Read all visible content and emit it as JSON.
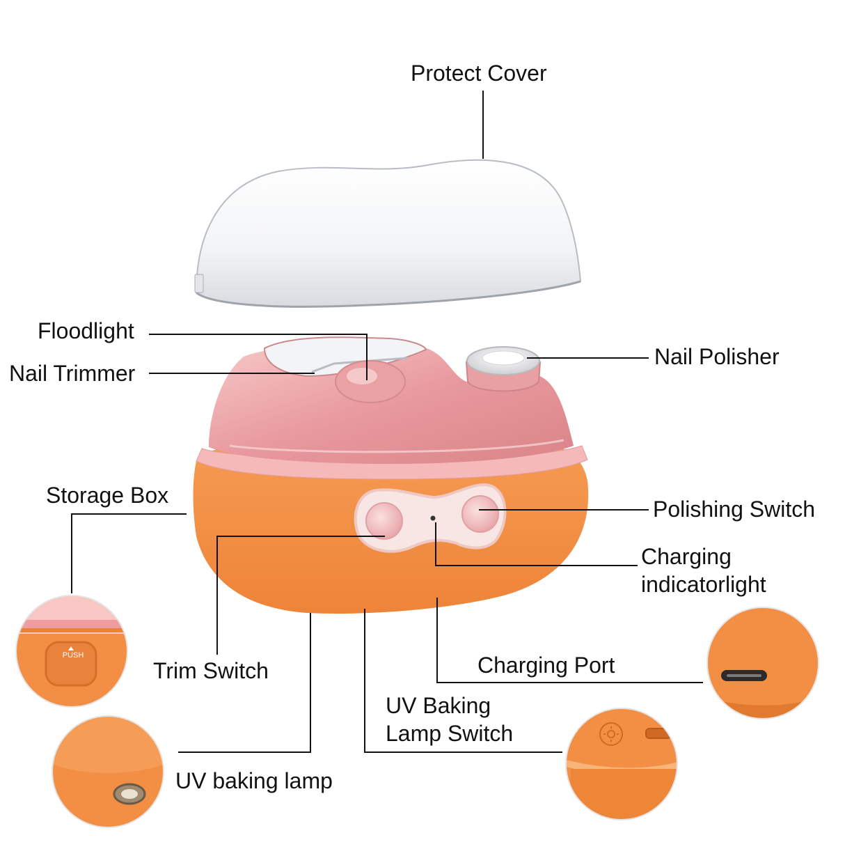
{
  "labels": {
    "protect_cover": "Protect Cover",
    "floodlight": "Floodlight",
    "nail_trimmer": "Nail Trimmer",
    "nail_polisher": "Nail Polisher",
    "storage_box": "Storage Box",
    "polishing_switch": "Polishing Switch",
    "charging_indicator_line1": "Charging",
    "charging_indicator_line2": "indicatorlight",
    "trim_switch": "Trim Switch",
    "charging_port": "Charging Port",
    "uv_switch_line1": "UV Baking",
    "uv_switch_line2": "Lamp Switch",
    "uv_lamp": "UV baking lamp"
  },
  "detail_text": {
    "push": "PUSH"
  },
  "colors": {
    "orange": "#F28F45",
    "orange_dark": "#E27A2E",
    "pink": "#E9A3A6",
    "pink_light": "#F5CACB",
    "pink_dark": "#C9787D",
    "line": "#111111",
    "cover": "#EEF0F3"
  },
  "icons": [
    "sun-icon",
    "usb-port-icon",
    "push-button-icon"
  ]
}
